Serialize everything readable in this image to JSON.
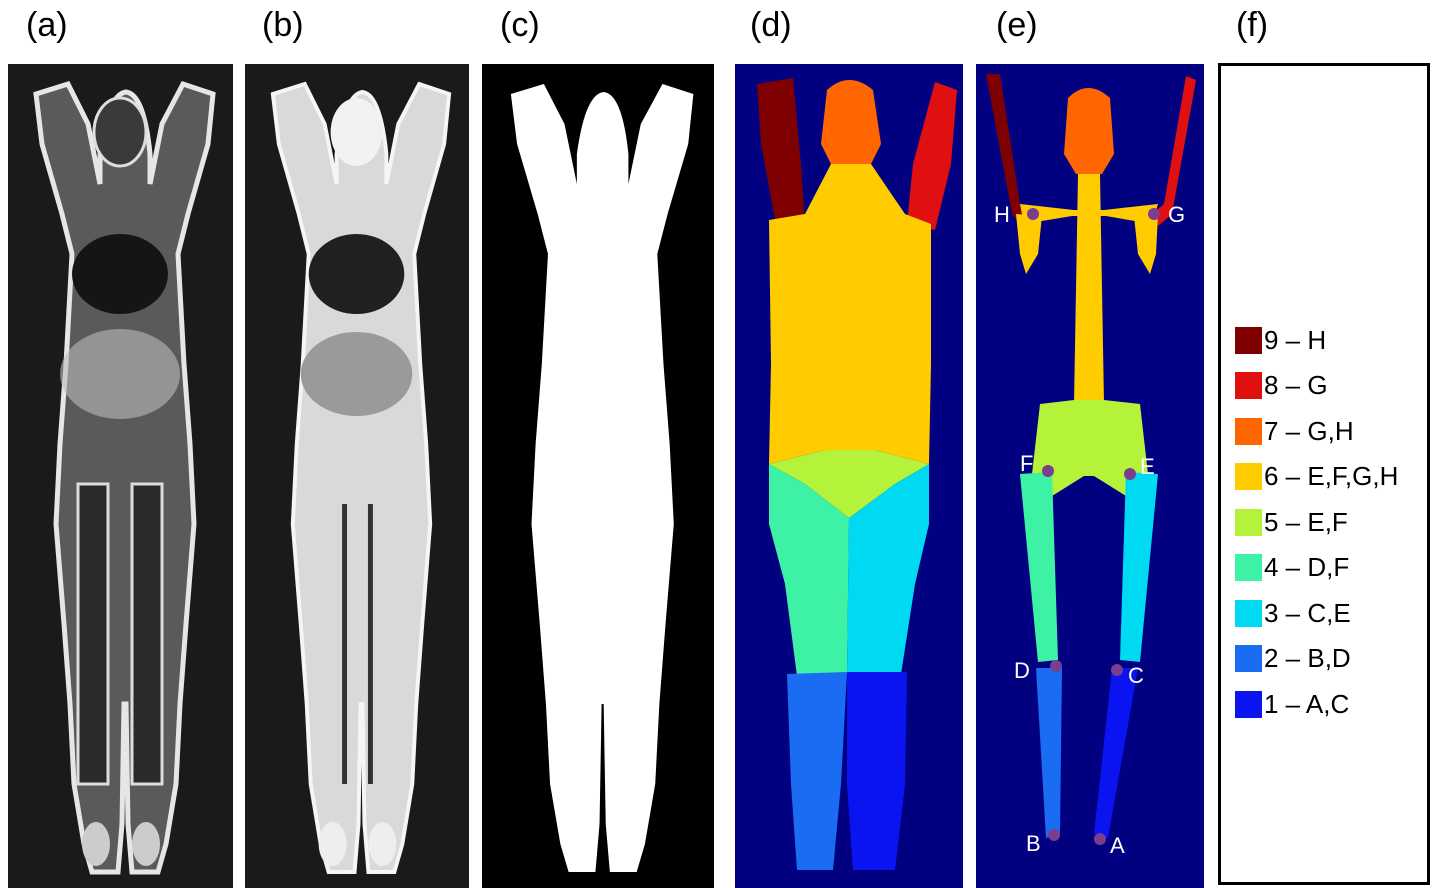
{
  "panels": {
    "a": "(a)",
    "b": "(b)",
    "c": "(c)",
    "d": "(d)",
    "e": "(e)",
    "f": "(f)"
  },
  "landmarks": {
    "A": "A",
    "B": "B",
    "C": "C",
    "D": "D",
    "E": "E",
    "F": "F",
    "G": "G",
    "H": "H"
  },
  "legend": [
    {
      "label": "9 – H",
      "color": "#7f0000"
    },
    {
      "label": "8 – G",
      "color": "#e01010"
    },
    {
      "label": "7 – G,H",
      "color": "#ff6600"
    },
    {
      "label": "6 – E,F,G,H",
      "color": "#ffcc00"
    },
    {
      "label": "5 – E,F",
      "color": "#b5f23a"
    },
    {
      "label": "4 – D,F",
      "color": "#3ef2a5"
    },
    {
      "label": "3 – C,E",
      "color": "#00d9f2"
    },
    {
      "label": "2 – B,D",
      "color": "#1a6cf2"
    },
    {
      "label": "1 – A,C",
      "color": "#0a14f0"
    }
  ],
  "colors": {
    "background_dark": "#000080",
    "mri_background": "#1a1a1a",
    "landmark_dot": "#7a3d8f"
  }
}
